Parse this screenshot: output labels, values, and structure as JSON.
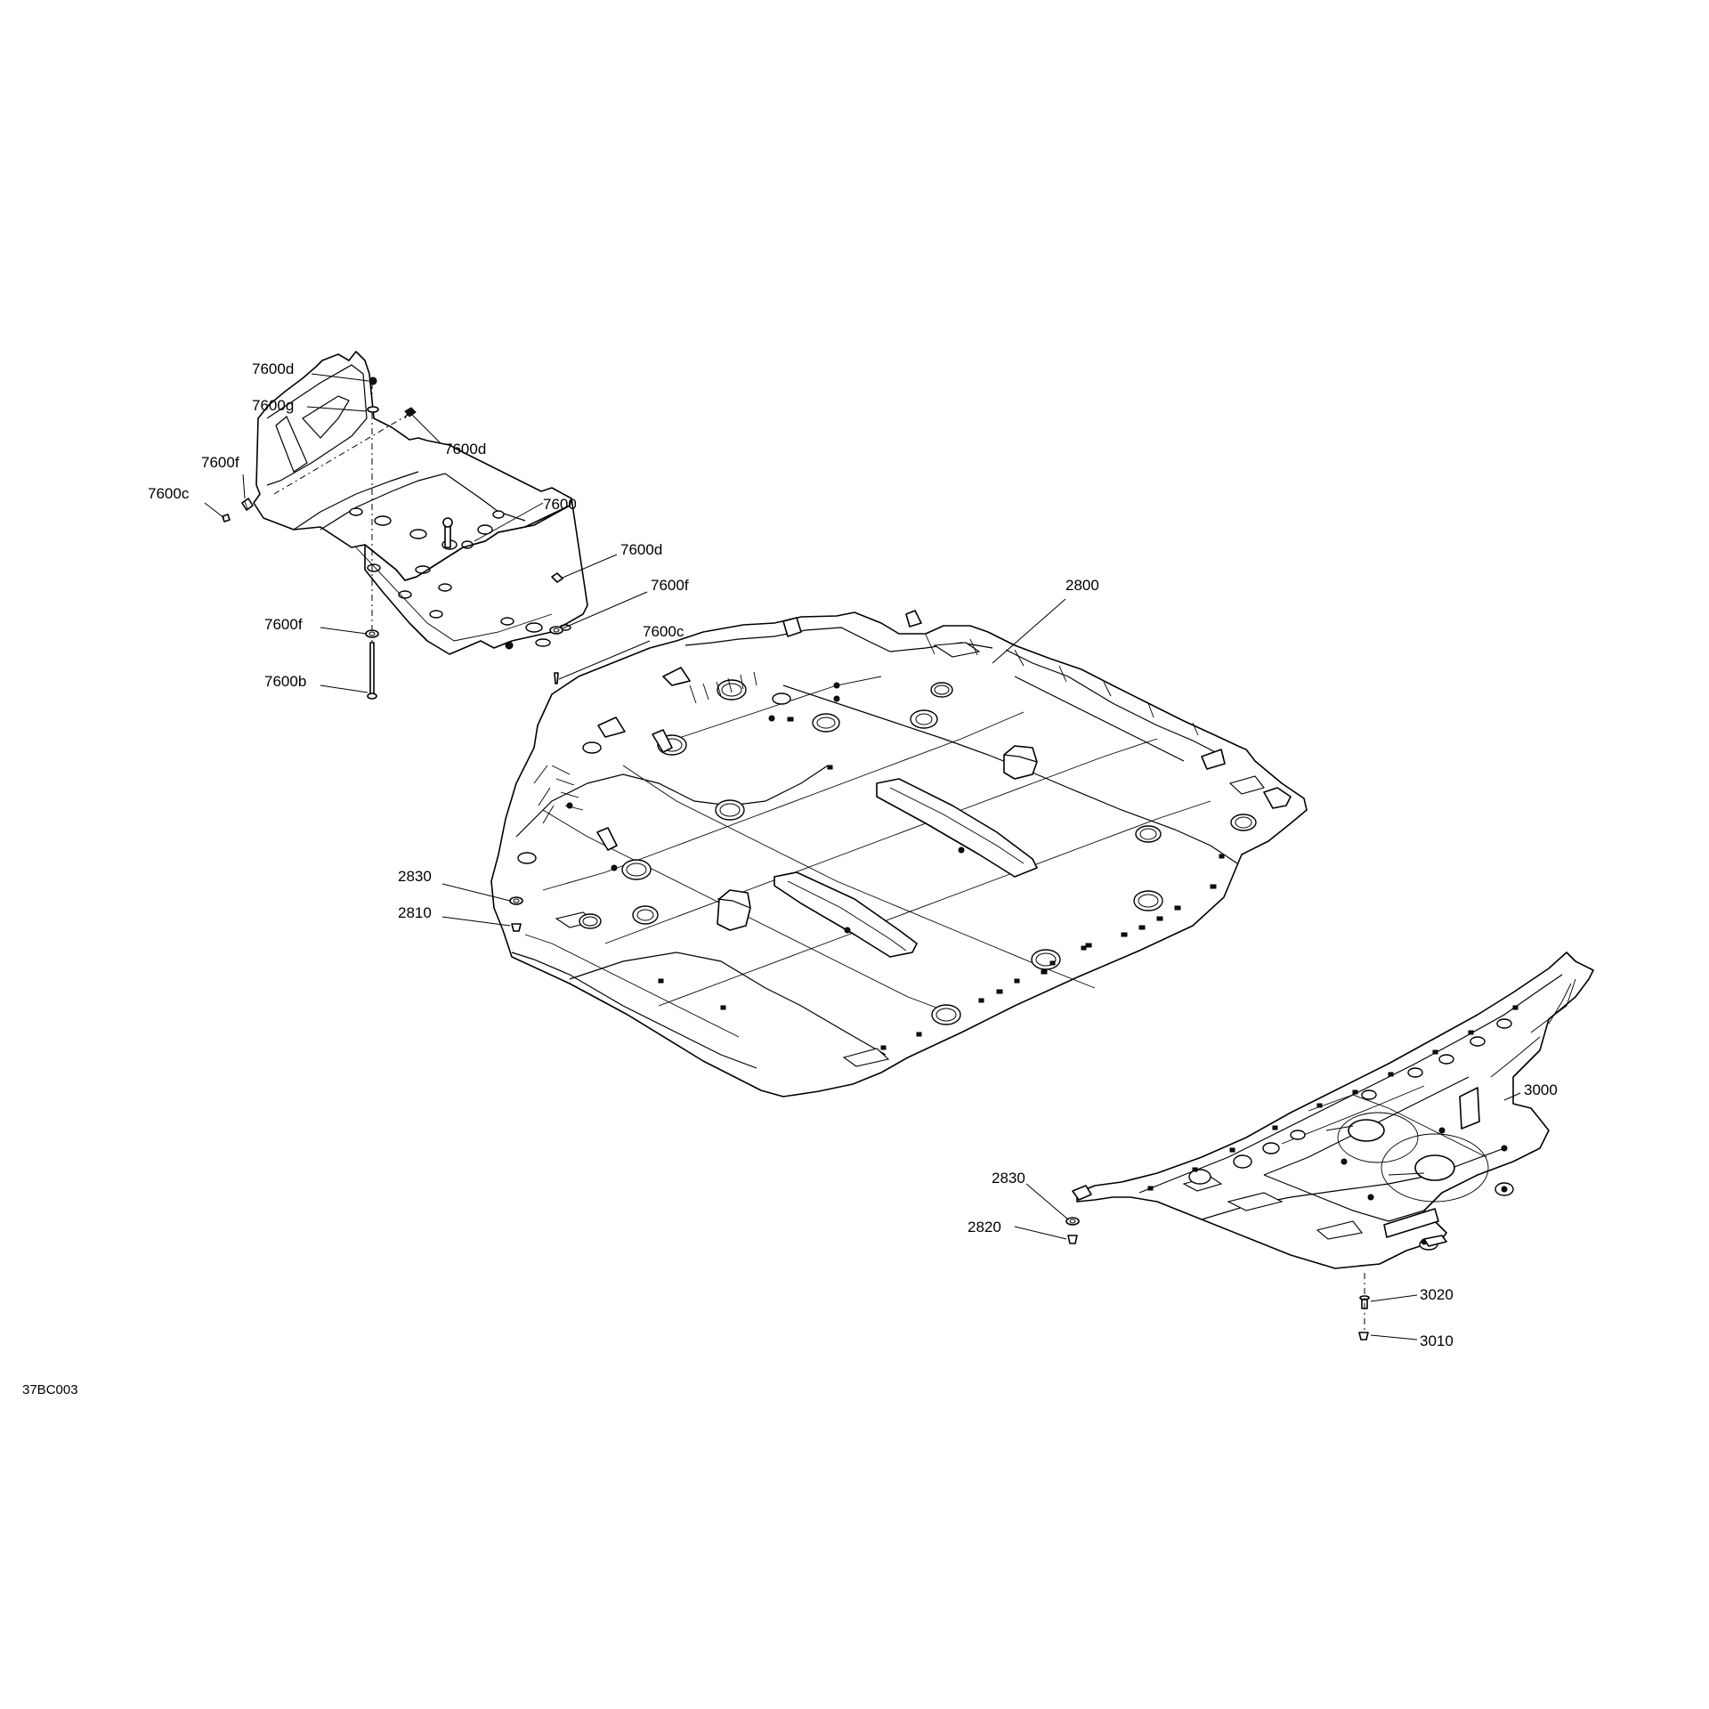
{
  "figure_code": "37BC003",
  "callouts": {
    "c_7600d_top": "7600d",
    "c_7600g": "7600g",
    "c_7600d_right": "7600d",
    "c_7600f_top": "7600f",
    "c_7600c_left": "7600c",
    "c_7600": "7600",
    "c_7600d_mid": "7600d",
    "c_7600f_right": "7600f",
    "c_7600f_left": "7600f",
    "c_7600c_right": "7600c",
    "c_7600b": "7600b",
    "c_2800": "2800",
    "c_2830_left": "2830",
    "c_2810": "2810",
    "c_3000": "3000",
    "c_2830_right": "2830",
    "c_2820": "2820",
    "c_3020": "3020",
    "c_3010": "3010"
  }
}
